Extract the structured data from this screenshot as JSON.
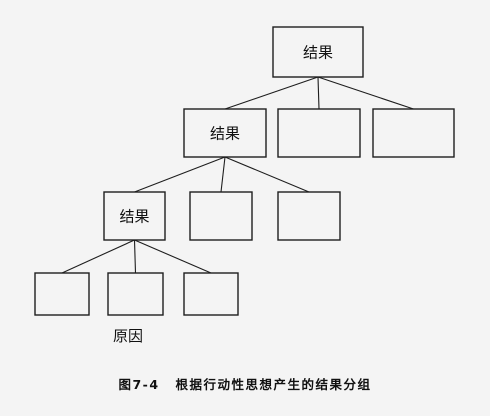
{
  "diagram": {
    "boxes": [
      {
        "id": "top",
        "label": "结果"
      },
      {
        "id": "l2-a",
        "label": "结果"
      },
      {
        "id": "l2-b",
        "label": ""
      },
      {
        "id": "l2-c",
        "label": ""
      },
      {
        "id": "l3-a",
        "label": "结果"
      },
      {
        "id": "l3-b",
        "label": ""
      },
      {
        "id": "l3-c",
        "label": ""
      },
      {
        "id": "l4-a",
        "label": ""
      },
      {
        "id": "l4-b",
        "label": ""
      },
      {
        "id": "l4-c",
        "label": ""
      }
    ],
    "edges": [
      [
        "top",
        "l2-a"
      ],
      [
        "top",
        "l2-b"
      ],
      [
        "top",
        "l2-c"
      ],
      [
        "l2-a",
        "l3-a"
      ],
      [
        "l2-a",
        "l3-b"
      ],
      [
        "l2-a",
        "l3-c"
      ],
      [
        "l3-a",
        "l4-a"
      ],
      [
        "l3-a",
        "l4-b"
      ],
      [
        "l3-a",
        "l4-c"
      ]
    ],
    "bottom_label": "原因"
  },
  "caption": {
    "number": "图7-4",
    "title": "根据行动性思想产生的结果分组"
  }
}
